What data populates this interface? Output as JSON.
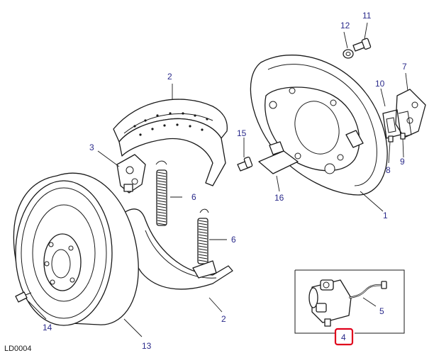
{
  "diagram": {
    "code": "LD0004",
    "highlight_color": "#e0001b",
    "callout_color": "#2a2a8a",
    "callouts": [
      {
        "id": "c1",
        "text": "1"
      },
      {
        "id": "c2a",
        "text": "2"
      },
      {
        "id": "c2b",
        "text": "2"
      },
      {
        "id": "c3",
        "text": "3"
      },
      {
        "id": "c4",
        "text": "4"
      },
      {
        "id": "c5",
        "text": "5"
      },
      {
        "id": "c6a",
        "text": "6"
      },
      {
        "id": "c6b",
        "text": "6"
      },
      {
        "id": "c7",
        "text": "7"
      },
      {
        "id": "c8",
        "text": "8"
      },
      {
        "id": "c9",
        "text": "9"
      },
      {
        "id": "c10",
        "text": "10"
      },
      {
        "id": "c11",
        "text": "11"
      },
      {
        "id": "c12",
        "text": "12"
      },
      {
        "id": "c13",
        "text": "13"
      },
      {
        "id": "c14",
        "text": "14"
      },
      {
        "id": "c15",
        "text": "15"
      },
      {
        "id": "c16",
        "text": "16"
      }
    ]
  }
}
